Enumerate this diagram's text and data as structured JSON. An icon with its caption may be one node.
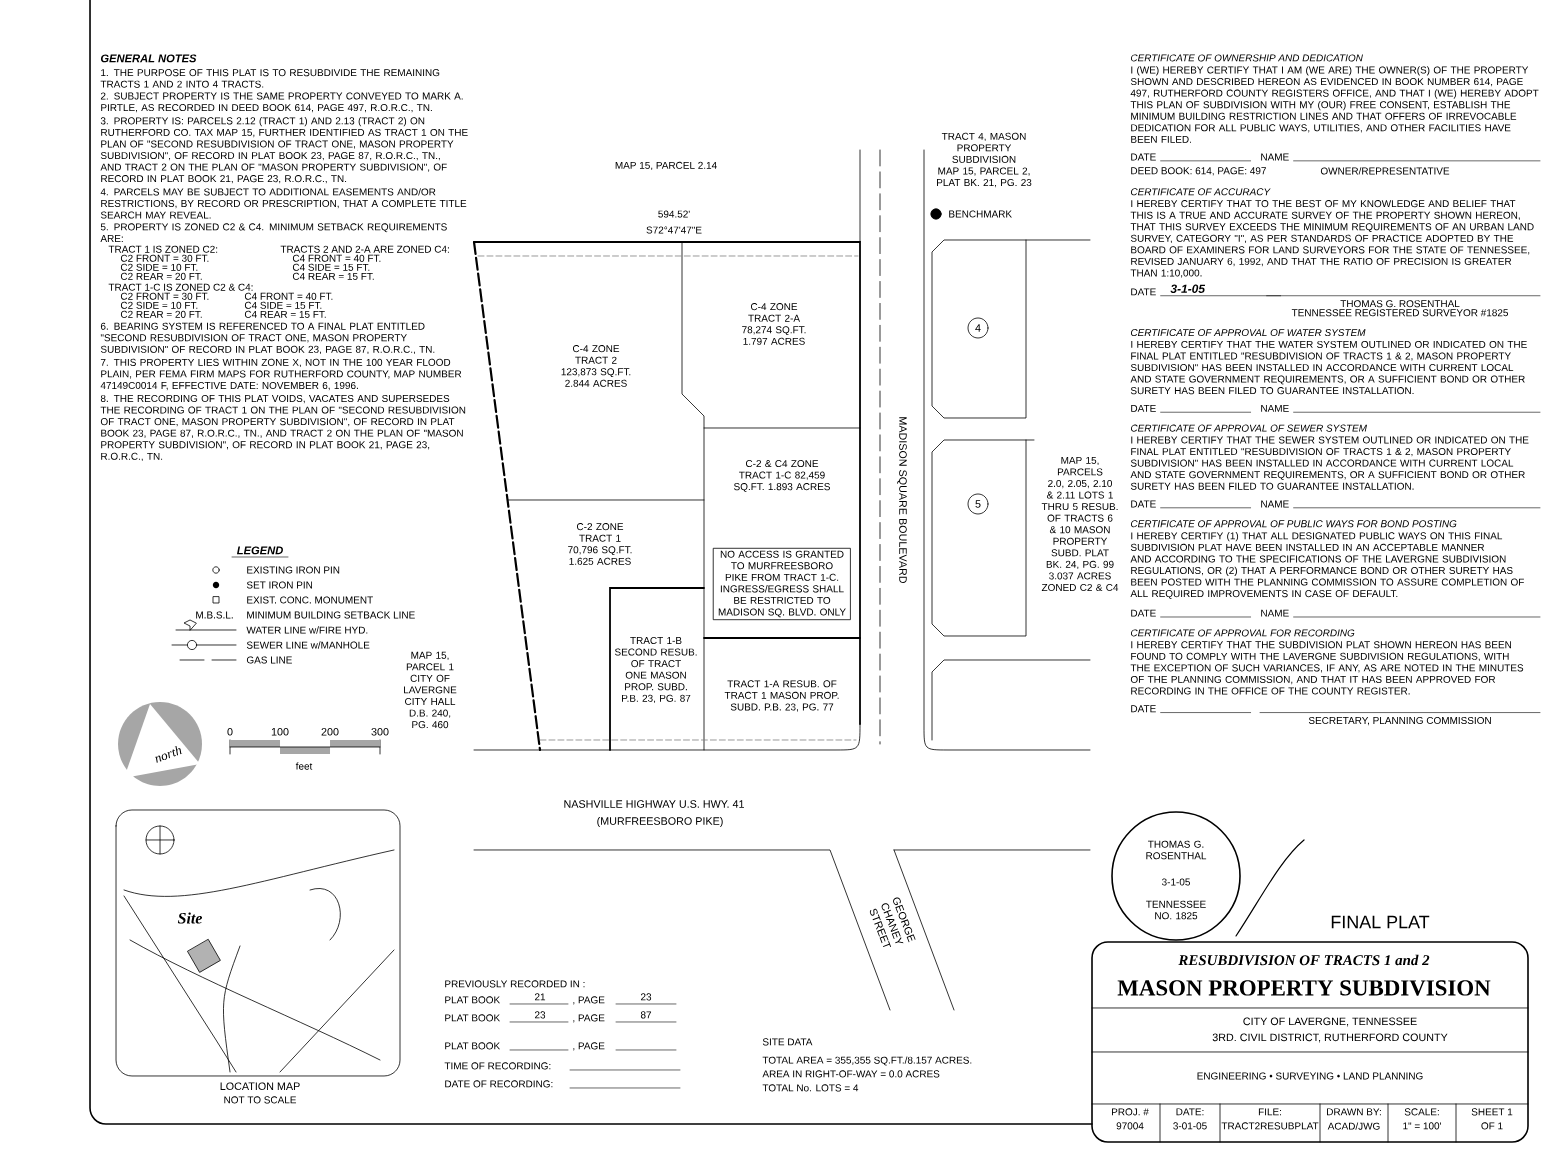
{
  "diagram": {
    "title": "FINAL PLAT",
    "nodes": [
      {
        "text": [
          "C-4 ZONE TRACT 2 123,873 SQ.FT. 2.844 ACRES"
        ]
      },
      {
        "text": [
          "C-4 ZONE TRACT 2-A 78,274 SQ.FT. 1.797 ACRES"
        ]
      },
      {
        "text": [
          "C-2 ZONE TRACT 1 70,796 SQ.FT. 1.625 ACRES"
        ]
      },
      {
        "text": [
          "C-2 & C4 ZONE TRACT 1-C 82,459 SQ.FT. 1.893 ACRES"
        ]
      },
      {
        "text": [
          "NO ACCESS IS GRANTED TO MURFREESBORO PIKE FROM TRACT 1-C. INGRESS/EGRESS SHALL BE RESTRICTED TO MADISON SQ. BLVD. ONLY"
        ]
      },
      {
        "text": [
          "TRACT 1-B SECOND RESUB. OF TRACT ONE MASON PROP. SUBD. P.B. 23, PG. 87"
        ]
      },
      {
        "text": [
          "TRACT 1-A RESUB. OF TRACT 1 MASON PROP. SUBD. P.B. 23, PG. 77"
        ]
      },
      {
        "text": [
          "4"
        ]
      },
      {
        "text": [
          "5"
        ]
      }
    ],
    "labels": [
      "GENERAL NOTES",
      "1. THE PURPOSE OF THIS PLAT IS TO RESUBDIVIDE THE REMAINING TRACTS 1 AND 2 INTO 4 TRACTS.",
      "2. SUBJECT PROPERTY IS THE SAME PROPERTY CONVEYED TO MARK A. PIRTLE, AS RECORDED IN DEED BOOK 614, PAGE 497, R.O.R.C., TN.",
      "3. PROPERTY IS: PARCELS 2.12 (TRACT 1) AND 2.13 (TRACT 2) ON RUTHERFORD CO. TAX MAP 15, FURTHER IDENTIFIED AS TRACT 1 ON THE PLAN OF \"SECOND RESUBDIVISION OF TRACT ONE, MASON PROPERTY SUBDIVISION\", OF RECORD IN PLAT BOOK 23, PAGE 87, R.O.R.C., TN., AND TRACT 2 ON THE PLAN OF \"MASON PROPERTY SUBDIVISION\", OF RECORD IN PLAT BOOK 21, PAGE 23, R.O.R.C., TN.",
      "4. PARCELS MAY BE SUBJECT TO ADDITIONAL EASEMENTS AND/OR RESTRICTIONS, BY RECORD OR PRESCRIPTION, THAT A COMPLETE TITLE SEARCH MAY REVEAL.",
      "5. PROPERTY IS ZONED C2 & C4. MINIMUM SETBACK REQUIREMENTS ARE:",
      "TRACT 1 IS ZONED C2:",
      "TRACTS 2 AND 2-A ARE ZONED C4:",
      "C2 FRONT = 30 FT.",
      "C2 SIDE = 10 FT.",
      "C2 REAR = 20 FT.",
      "C4 FRONT = 40 FT.",
      "C4 SIDE = 15 FT.",
      "C4 REAR = 15 FT.",
      "TRACT 1-C IS ZONED C2 & C4:",
      "C2 FRONT = 30 FT.",
      "C2 SIDE = 10 FT.",
      "C2 REAR = 20 FT.",
      "C4 FRONT = 40 FT.",
      "C4 SIDE = 15 FT.",
      "C4 REAR = 15 FT.",
      "6. BEARING SYSTEM IS REFERENCED TO A FINAL PLAT ENTITLED \"SECOND RESUBDIVISION OF TRACT ONE, MASON PROPERTY SUBDIVISION\" OF RECORD IN PLAT BOOK 23, PAGE 87, R.O.R.C., TN.",
      "7. THIS PROPERTY LIES WITHIN ZONE X, NOT IN THE 100 YEAR FLOOD PLAIN, PER FEMA FIRM MAPS FOR RUTHERFORD COUNTY, MAP NUMBER 47149C0014 F, EFFECTIVE DATE: NOVEMBER 6, 1996.",
      "8. THE RECORDING OF THIS PLAT VOIDS, VACATES AND SUPERSEDES THE RECORDING OF TRACT 1 ON THE PLAN OF \"SECOND RESUBDIVISION OF TRACT ONE, MASON PROPERTY SUBDIVISION\", OF RECORD IN PLAT BOOK 23, PAGE 87, R.O.R.C., TN., AND TRACT 2 ON THE PLAN OF \"MASON PROPERTY SUBDIVISION\", OF RECORD IN PLAT BOOK 21, PAGE 23, R.O.R.C., TN.",
      "LEGEND",
      "M.B.S.L.",
      "north",
      "0",
      "100",
      "200",
      "300",
      "feet",
      "Site",
      "LOCATION MAP",
      "NOT TO SCALE",
      "PREVIOUSLY RECORDED IN :",
      "PLAT BOOK",
      "21",
      ", PAGE",
      "23",
      "PLAT BOOK",
      "23",
      ", PAGE",
      "87",
      "PLAT BOOK",
      ", PAGE",
      "TIME OF RECORDING:",
      "DATE OF RECORDING:",
      "SITE DATA",
      "TOTAL AREA = 355,355 SQ.FT./8.157 ACRES.",
      "AREA IN RIGHT-OF-WAY = 0.0 ACRES",
      "TOTAL No. LOTS = 4",
      "NASHVILLE HIGHWAY U.S. HWY. 41",
      "(MURFREESBORO PIKE)",
      "MADISON SQUARE BOULEVARD",
      "GEORGE CHANEY STREET",
      "594.52'",
      "S72°47'47\"E",
      "BENCHMARK",
      "MAP 15, PARCEL 2.14",
      "MAP 15, PARCEL 1 CITY OF LAVERGNE CITY HALL D.B. 240, PG. 460",
      "MAP 15, PARCELS 2.0, 2.05, 2.10 & 2.11 LOTS 1 THRU 5 RESUB. OF TRACTS 6 & 10 MASON PROPERTY SUBD. PLAT BK. 24, PG. 99 3.037 ACRES ZONED C2 & C4",
      "TRACT 4, MASON PROPERTY SUBDIVISION MAP 15, PARCEL 2, PLAT BK. 21, PG. 23",
      "CERTIFICATE OF OWNERSHIP AND DEDICATION",
      "I (WE) HEREBY CERTIFY THAT I AM (WE ARE) THE OWNER(S) OF THE PROPERTY SHOWN AND DESCRIBED HEREON AS EVIDENCED IN BOOK NUMBER 614, PAGE 497, RUTHERFORD COUNTY REGISTERS OFFICE, AND THAT I (WE) HEREBY ADOPT THIS PLAN OF SUBDIVISION WITH MY (OUR) FREE CONSENT, ESTABLISH THE MINIMUM BUILDING RESTRICTION LINES AND THAT OFFERS OF IRREVOCABLE DEDICATION FOR ALL PUBLIC WAYS, UTILITIES, AND OTHER FACILITIES HAVE BEEN FILED.",
      "DATE",
      "NAME",
      "DEED BOOK: 614, PAGE: 497",
      "OWNER/REPRESENTATIVE",
      "CERTIFICATE OF ACCURACY",
      "I HEREBY CERTIFY THAT TO THE BEST OF MY KNOWLEDGE AND BELIEF THAT THIS IS A TRUE AND ACCURATE SURVEY OF THE PROPERTY SHOWN HEREON, THAT THIS SURVEY EXCEEDS THE MINIMUM REQUIREMENTS OF AN URBAN LAND SURVEY, CATEGORY \"I\", AS PER STANDARDS OF PRACTICE ADOPTED BY THE BOARD OF EXAMINERS FOR LAND SURVEYORS FOR THE STATE OF TENNESSEE, REVISED JANUARY 6, 1992, AND THAT THE RATIO OF PRECISION IS GREATER THAN 1:10,000.",
      "DATE",
      "3-1-05",
      "THOMAS G. ROSENTHAL",
      "TENNESSEE REGISTERED SURVEYOR #1825",
      "CERTIFICATE OF APPROVAL OF WATER SYSTEM",
      "I HEREBY CERTIFY THAT THE WATER SYSTEM OUTLINED OR INDICATED ON THE FINAL PLAT ENTITLED \"RESUBDIVISION OF TRACTS 1 & 2, MASON PROPERTY SUBDIVISION\" HAS BEEN INSTALLED IN ACCORDANCE WITH CURRENT LOCAL AND STATE GOVERNMENT REQUIREMENTS, OR A SUFFICIENT BOND OR OTHER SURETY HAS BEEN FILED TO GUARANTEE INSTALLATION.",
      "DATE",
      "NAME",
      "CERTIFICATE OF APPROVAL OF SEWER SYSTEM",
      "I HEREBY CERTIFY THAT THE SEWER SYSTEM OUTLINED OR INDICATED ON THE FINAL PLAT ENTITLED \"RESUBDIVISION OF TRACTS 1 & 2, MASON PROPERTY SUBDIVISION\" HAS BEEN INSTALLED IN ACCORDANCE WITH CURRENT LOCAL AND STATE GOVERNMENT REQUIREMENTS, OR A SUFFICIENT BOND OR OTHER SURETY HAS BEEN FILED TO GUARANTEE INSTALLATION.",
      "DATE",
      "NAME",
      "CERTIFICATE OF APPROVAL OF PUBLIC WAYS FOR BOND POSTING",
      "I HEREBY CERTIFY (1) THAT ALL DESIGNATED PUBLIC WAYS ON THIS FINAL SUBDIVISION PLAT HAVE BEEN INSTALLED IN AN ACCEPTABLE MANNER AND ACCORDING TO THE SPECIFICATIONS OF THE LAVERGNE SUBDIVISION REGULATIONS, OR (2) THAT A PERFORMANCE BOND OR OTHER SURETY HAS BEEN POSTED WITH THE PLANNING COMMISSION TO ASSURE COMPLETION OF ALL REQUIRED IMPROVEMENTS IN CASE OF DEFAULT.",
      "DATE",
      "NAME",
      "CERTIFICATE OF APPROVAL FOR RECORDING",
      "I HEREBY CERTIFY THAT THE SUBDIVISION PLAT SHOWN HEREON HAS BEEN FOUND TO COMPLY WITH THE LAVERGNE SUBDIVISION REGULATIONS, WITH THE EXCEPTION OF SUCH VARIANCES, IF ANY, AS ARE NOTED IN THE MINUTES OF THE PLANNING COMMISSION, AND THAT IT HAS BEEN APPROVED FOR RECORDING IN THE OFFICE OF THE COUNTY REGISTER.",
      "DATE",
      "SECRETARY, PLANNING COMMISSION",
      "THOMAS G. ROSENTHAL",
      "TENNESSEE NO. 1825",
      "3-1-05",
      "RESUBDIVISION OF TRACTS 1 and 2",
      "MASON PROPERTY SUBDIVISION",
      "CITY OF LAVERGNE, TENNESSEE",
      "3RD. CIVIL DISTRICT, RUTHERFORD COUNTY",
      "ENGINEERING • SURVEYING • LAND PLANNING",
      "PROJ. #",
      "97004",
      "DATE:",
      "3-01-05",
      "FILE:",
      "TRACT2RESUBPLAT",
      "DRAWN BY:",
      "ACAD/JWG",
      "SCALE:",
      "1\" = 100'",
      "SHEET 1",
      "OF 1"
    ],
    "legend": [
      {
        "text": "EXISTING IRON PIN"
      },
      {
        "text": "SET IRON PIN"
      },
      {
        "text": "EXIST. CONC. MONUMENT"
      },
      {
        "text": "MINIMUM BUILDING SETBACK LINE"
      },
      {
        "text": "WATER LINE w/FIRE HYD."
      },
      {
        "text": "SEWER LINE w/MANHOLE"
      },
      {
        "text": "GAS LINE"
      }
    ]
  }
}
